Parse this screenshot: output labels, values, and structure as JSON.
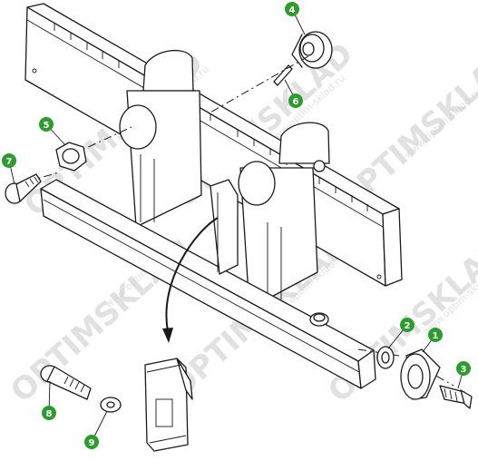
{
  "callouts": [
    {
      "label": "1"
    },
    {
      "label": "2"
    },
    {
      "label": "3"
    },
    {
      "label": "4"
    },
    {
      "label": "5"
    },
    {
      "label": "6"
    },
    {
      "label": "7"
    },
    {
      "label": "8"
    },
    {
      "label": "9"
    }
  ],
  "watermark": {
    "brand": "OPTIMSKLAD",
    "url": "www.optim-sklad.ru"
  },
  "colors": {
    "callout_badge": "#2e9b2e",
    "line_art": "#1a1a1a",
    "watermark": "#c9c9c9"
  }
}
